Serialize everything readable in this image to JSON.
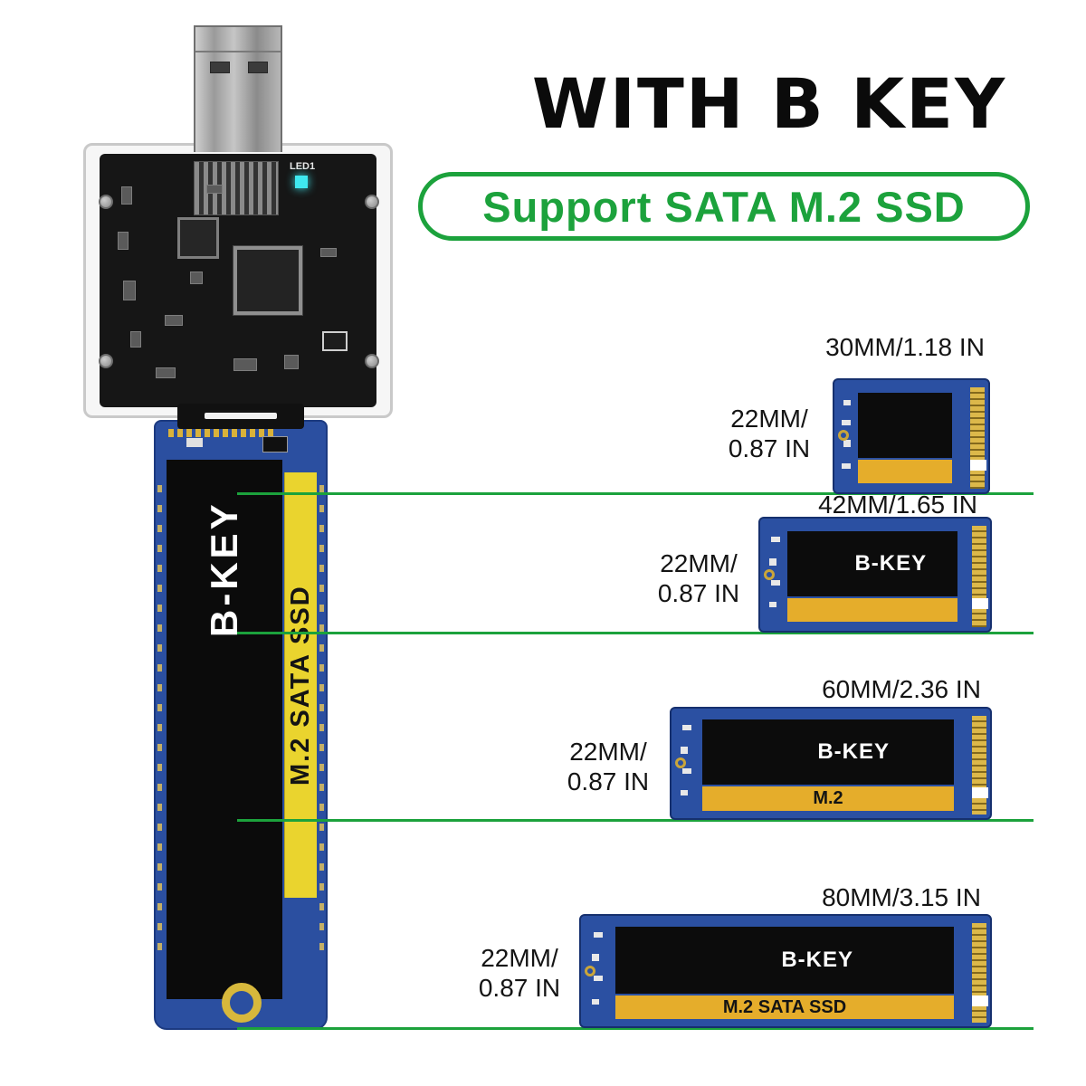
{
  "header": {
    "title": "WITH B KEY",
    "subtitle": "Support SATA M.2 SSD"
  },
  "adapter": {
    "led_label": "LED1"
  },
  "main_ssd": {
    "key_label": "B-KEY",
    "stripe_label": "M.2 SATA SSD"
  },
  "variants": [
    {
      "length_label": "30MM/1.18 IN",
      "width_line1": "22MM/",
      "width_line2": "0.87 IN",
      "key_label": "",
      "stripe_label": ""
    },
    {
      "length_label": "42MM/1.65 IN",
      "width_line1": "22MM/",
      "width_line2": "0.87 IN",
      "key_label": "B-KEY",
      "stripe_label": ""
    },
    {
      "length_label": "60MM/2.36 IN",
      "width_line1": "22MM/",
      "width_line2": "0.87 IN",
      "key_label": "B-KEY",
      "stripe_label": "M.2"
    },
    {
      "length_label": "80MM/3.15 IN",
      "width_line1": "22MM/",
      "width_line2": "0.87 IN",
      "key_label": "B-KEY",
      "stripe_label": "M.2 SATA SSD"
    }
  ],
  "colors": {
    "accent_green": "#1ca23c",
    "title_black": "#0b0b0b",
    "pcb_blue": "#2b50a2",
    "label_black": "#0c0c0c",
    "stripe_yellow_main": "#ead42e",
    "stripe_gold_variant": "#e5ad2b",
    "connector_gold": "#dcb84a",
    "led_cyan": "#3fe8f0"
  }
}
